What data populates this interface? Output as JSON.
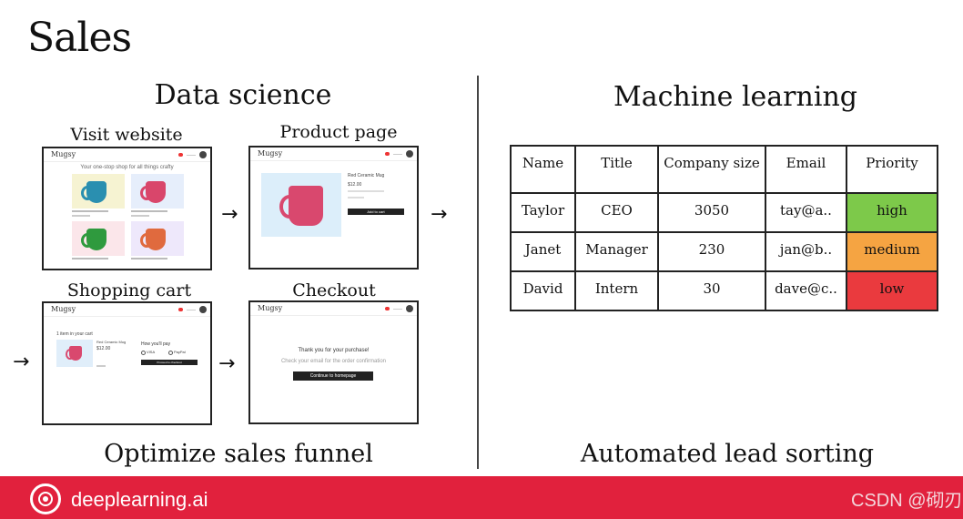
{
  "slide": {
    "title": "Sales"
  },
  "left": {
    "title": "Data science",
    "steps": [
      {
        "label": "Visit website"
      },
      {
        "label": "Product page"
      },
      {
        "label": "Shopping cart"
      },
      {
        "label": "Checkout"
      }
    ],
    "caption": "Optimize sales funnel",
    "mockups": {
      "brand": "Mugsy",
      "visit": {
        "tagline": "Your one-stop shop for all things crafty"
      },
      "product": {
        "name": "Red Ceramic Mug",
        "price": "$12.00",
        "button": "Add to cart"
      },
      "cart": {
        "heading": "1 item in your cart",
        "item": "Red Ceramic Mug",
        "price": "$12.00",
        "pay_heading": "How you'll pay",
        "visa": "VISA",
        "paypal": "PayPal",
        "button": "Proceed to checkout"
      },
      "checkout": {
        "thanks": "Thank you for your purchase!",
        "note": "Check your email for the order confirmation",
        "button": "Continue to homepage"
      }
    },
    "arrow": "→"
  },
  "right": {
    "title": "Machine learning",
    "caption": "Automated lead sorting",
    "table": {
      "headers": [
        "Name",
        "Title",
        "Company size",
        "Email",
        "Priority"
      ],
      "rows": [
        [
          "Taylor",
          "CEO",
          "3050",
          "tay@a..",
          "high"
        ],
        [
          "Janet",
          "Manager",
          "230",
          "jan@b..",
          "medium"
        ],
        [
          "David",
          "Intern",
          "30",
          "dave@c..",
          "low"
        ]
      ],
      "priority_colors": {
        "high": "#7dc94a",
        "medium": "#f5a442",
        "low": "#ea3a3e"
      }
    }
  },
  "footer": {
    "brand": "deeplearning.ai",
    "watermark": "CSDN @砌刃",
    "color": "#e1213d",
    "logo_icon": "deeplearning-logo-icon"
  }
}
